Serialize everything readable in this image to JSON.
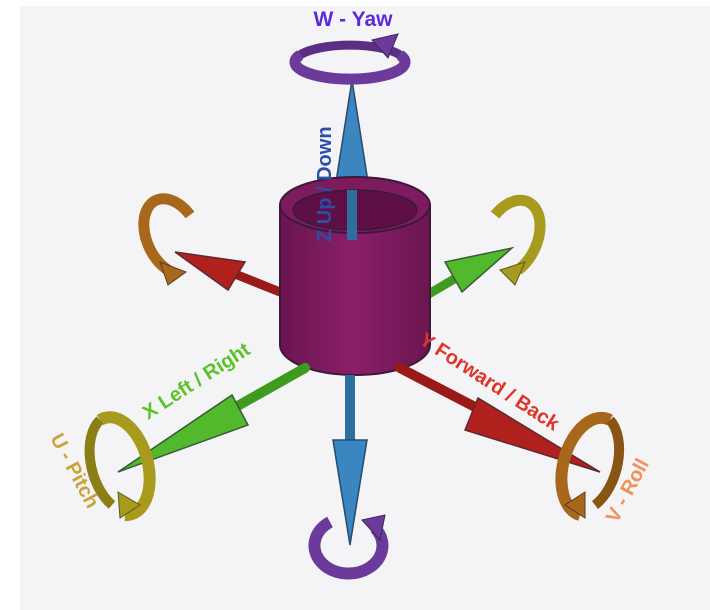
{
  "labels": {
    "yaw": "W - Yaw",
    "up_down": "Z Up / Down",
    "left_right": "X Left / Right",
    "forward_back": "Y Forward / Back",
    "pitch": "U - Pitch",
    "roll": "V - Roll"
  },
  "colors": {
    "yaw": "#5b2bd6",
    "up_down": "#2b4fa8",
    "left_right": "#5cc22a",
    "forward_back": "#e0342a",
    "pitch": "#c9a43a",
    "roll": "#f0915a",
    "cylinder": "#7e1a5e",
    "z_arrow": "#3a86c0",
    "x_arrow": "#52b82c",
    "y_arrow": "#b0201c",
    "yaw_ring": "#6b3a9a",
    "pitch_ring": "#a89a1c",
    "roll_ring": "#a8681c",
    "background": "#f4f4f6"
  }
}
